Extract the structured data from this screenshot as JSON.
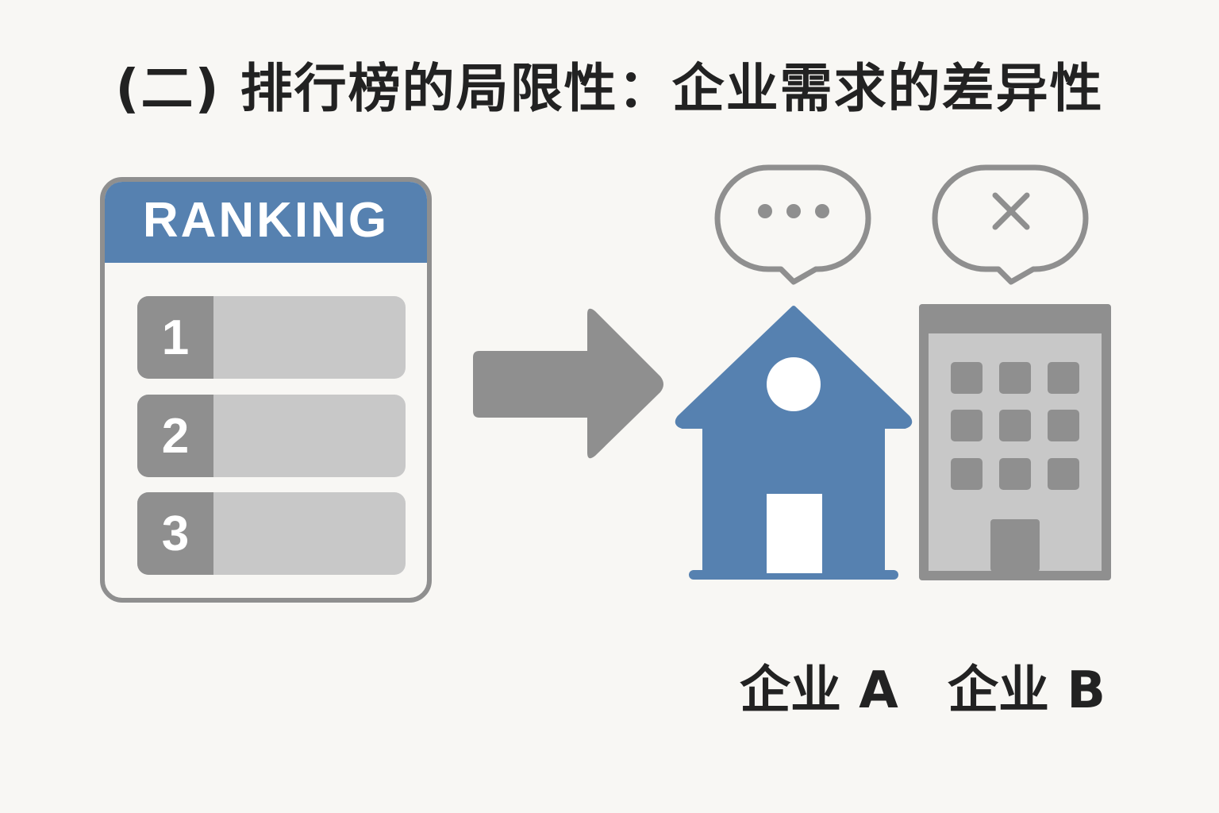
{
  "title": "(二) 排行榜的局限性：企业需求的差异性",
  "ranking": {
    "header": "RANKING",
    "rows": [
      "1",
      "2",
      "3"
    ]
  },
  "companies": [
    {
      "label": "企业 A",
      "icon": "house-icon",
      "bubble": "speech-bubble-ellipsis-icon"
    },
    {
      "label": "企业 B",
      "icon": "office-building-icon",
      "bubble": "speech-bubble-x-icon"
    }
  ],
  "colors": {
    "accent_blue": "#5681b0",
    "gray_dark": "#8f8f8f",
    "gray_light": "#c8c8c8",
    "background": "#f8f7f4",
    "text": "#222222"
  }
}
